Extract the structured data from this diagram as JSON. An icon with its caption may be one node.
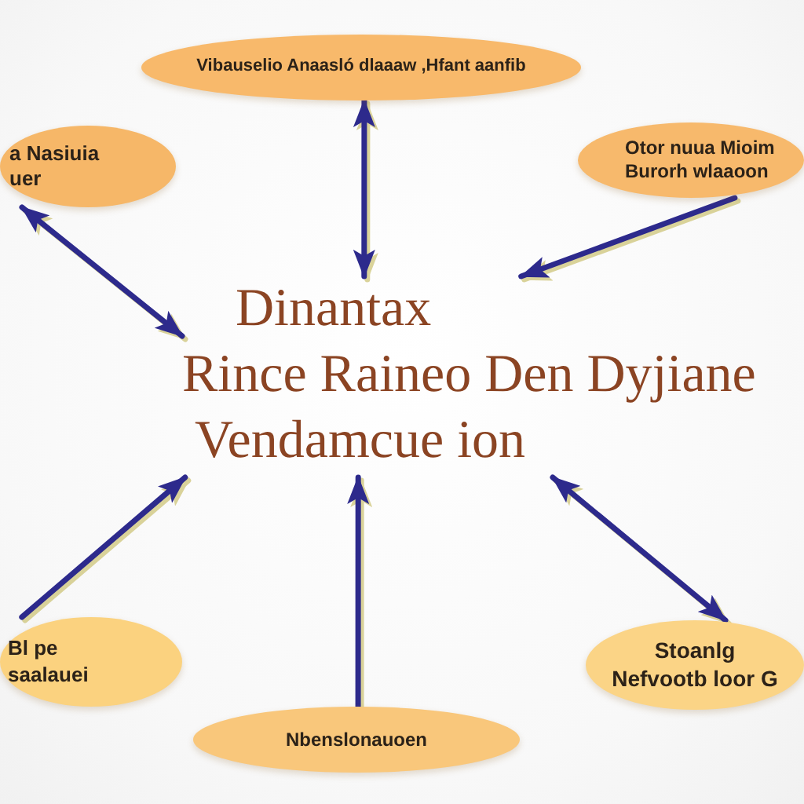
{
  "diagram": {
    "nodes": [
      {
        "text": [
          "Vibauselio Anaasló dlaaaw ,Hfant aanfib"
        ]
      },
      {
        "text": [
          "a Nasiuia uer"
        ]
      },
      {
        "text": [
          "Otor nuua Mioim Burorh wlaaoon"
        ]
      },
      {
        "text": [
          "Dinantax",
          "Rince Raineo Den Dyjiane",
          "Vendamcue ion"
        ]
      },
      {
        "text": [
          "Bl pe saalauei"
        ]
      },
      {
        "text": [
          "Nbenslonauoen"
        ]
      },
      {
        "text": [
          "Stoanlg Nefvootb loor G"
        ]
      }
    ],
    "edges": [
      {
        "from": 3,
        "to": 0,
        "arrow": "both"
      },
      {
        "from": 3,
        "to": 1,
        "arrow": "both"
      },
      {
        "from": 2,
        "to": 3,
        "arrow": "to"
      },
      {
        "from": 4,
        "to": 3,
        "arrow": "to"
      },
      {
        "from": 5,
        "to": 3,
        "arrow": "to"
      },
      {
        "from": 3,
        "to": 6,
        "arrow": "both"
      }
    ]
  }
}
